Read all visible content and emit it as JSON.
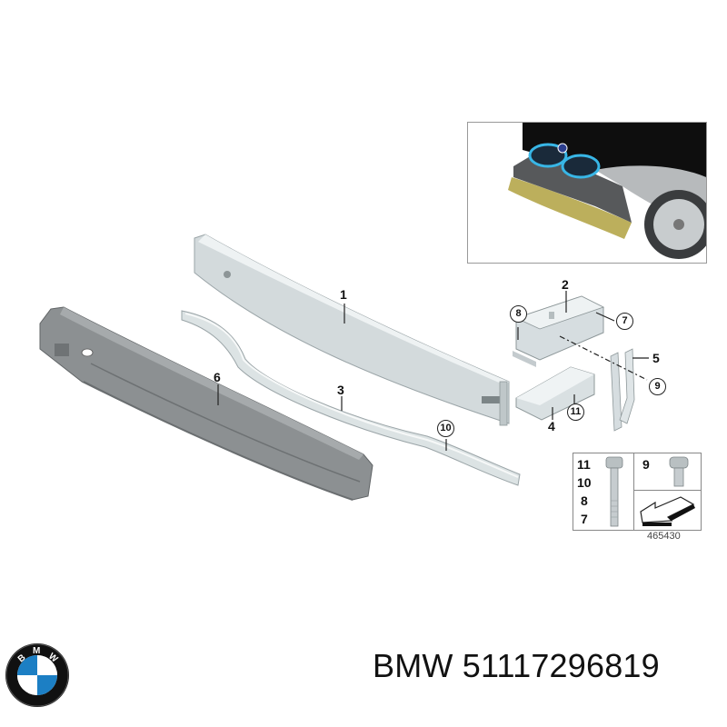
{
  "diagram": {
    "type": "exploded parts diagram",
    "subject": "Front bumper carrier / reinforcement assembly",
    "drawing_number": "465430",
    "callouts": [
      {
        "id": "1",
        "style": "plain",
        "part": "bumper carrier (main beam)"
      },
      {
        "id": "2",
        "style": "plain",
        "part": "crash box / bracket"
      },
      {
        "id": "3",
        "style": "plain",
        "part": "lower reinforcement strip"
      },
      {
        "id": "4",
        "style": "plain",
        "part": "lower bracket"
      },
      {
        "id": "5",
        "style": "plain",
        "part": "mounting bracket"
      },
      {
        "id": "6",
        "style": "plain",
        "part": "energy absorber (foam)"
      },
      {
        "id": "7",
        "style": "circled",
        "part": "bolt"
      },
      {
        "id": "8",
        "style": "circled",
        "part": "bolt"
      },
      {
        "id": "9",
        "style": "circled",
        "part": "screw"
      },
      {
        "id": "10",
        "style": "circled",
        "part": "bolt"
      },
      {
        "id": "11",
        "style": "circled",
        "part": "bolt"
      }
    ],
    "hardware_legend": {
      "long_bolt_refs": [
        "11",
        "10",
        "8",
        "7"
      ],
      "short_screw_refs": [
        "9"
      ],
      "has_direction_arrow": true
    },
    "inset": {
      "description": "Vehicle front view with bumper carrier location highlighted"
    }
  },
  "caption": {
    "brand": "BMW",
    "part_number": "51117296819",
    "full_text": "BMW 51117296819"
  },
  "logo": {
    "name": "BMW roundel",
    "letters": [
      "B",
      "M",
      "W"
    ],
    "colors": {
      "ring": "#111111",
      "blue": "#1c7fc4",
      "white": "#ffffff"
    }
  },
  "colors": {
    "part_silver": "#cfd6d8",
    "part_shadow": "#a9b2b5",
    "absorber_grey": "#8a8e90",
    "absorber_dark": "#5f6365",
    "inset_highlight": "#b5a64a",
    "text": "#111111"
  }
}
